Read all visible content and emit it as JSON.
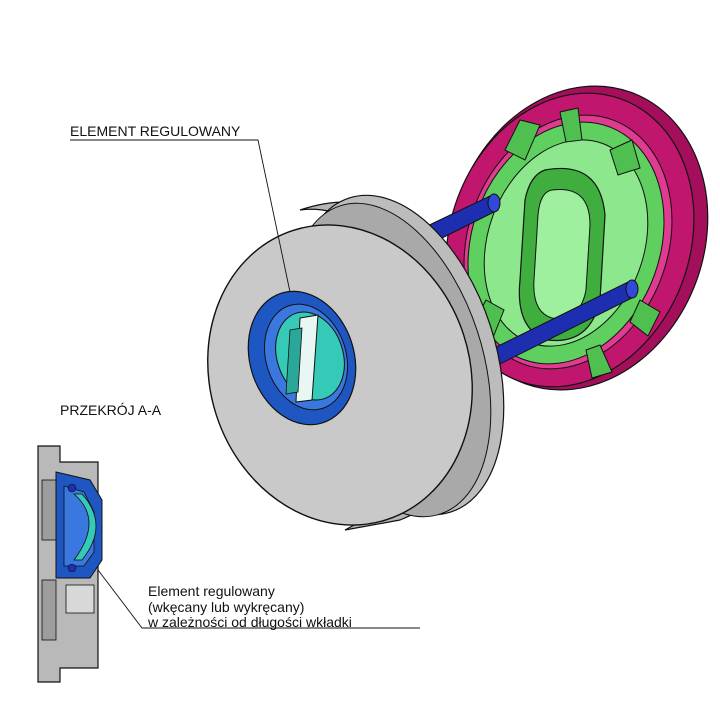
{
  "labels": {
    "top_callout": "ELEMENT REGULOWANY",
    "section_title": "PRZEKRÓJ A-A",
    "description_lines": [
      "Element regulowany",
      "(wkęcany lub wykręcany)",
      "w zależności od długości wkładki"
    ]
  },
  "colors": {
    "rosette_back_ring": "#c0166e",
    "inner_insert": "#6ee06e",
    "connecting_rods": "#1d2fb0",
    "front_body": "#c9c9c9",
    "adjustable_element_ring": "#1f57c2",
    "adjustable_element_core": "#35c9b8",
    "section_body": "#b9b9b9"
  }
}
